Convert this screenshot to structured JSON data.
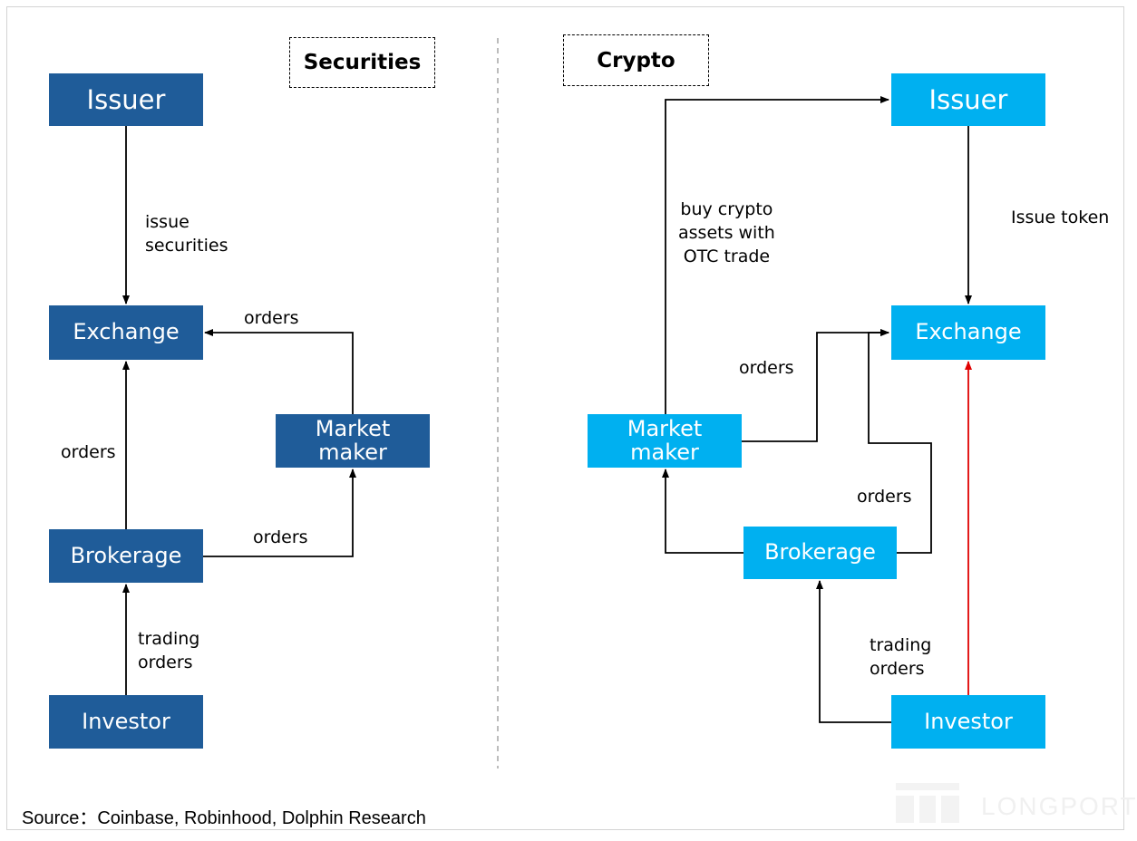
{
  "sections": {
    "securities_title": "Securities",
    "crypto_title": "Crypto"
  },
  "securities": {
    "issuer": "Issuer",
    "exchange": "Exchange",
    "market_maker": "Market\nmaker",
    "brokerage": "Brokerage",
    "investor": "Investor",
    "label_issue": "issue\nsecurities",
    "label_orders_mm_exchange": "orders",
    "label_orders_broker_exchange": "orders",
    "label_orders_broker_mm": "orders",
    "label_trading_orders": "trading\norders"
  },
  "crypto": {
    "issuer": "Issuer",
    "exchange": "Exchange",
    "market_maker": "Market\nmaker",
    "brokerage": "Brokerage",
    "investor": "Investor",
    "label_buy_otc": "buy crypto\nassets with\nOTC trade",
    "label_issue_token": "Issue token",
    "label_orders_mm": "orders",
    "label_orders_broker": "orders",
    "label_trading_orders": "trading\norders"
  },
  "colors": {
    "securities_box": "#1f5c99",
    "crypto_box": "#00b0f0",
    "direct_arrow": "#e00000"
  },
  "source": "Source：Coinbase, Robinhood, Dolphin Research",
  "watermark": "LONGPORT"
}
